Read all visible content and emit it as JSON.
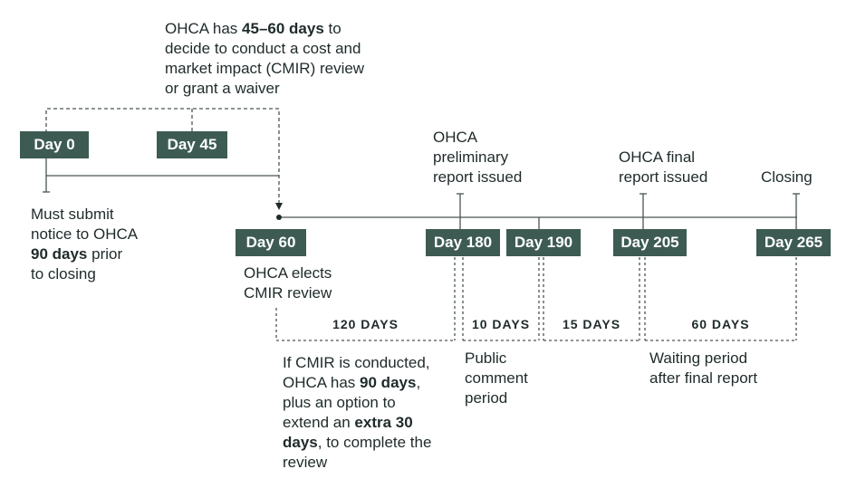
{
  "colors": {
    "box_bg": "#3d5b53",
    "box_text": "#ffffff",
    "line": "#4a5555",
    "text": "#1f2a2a"
  },
  "top_note": {
    "line1_a": "OHCA has ",
    "line1_b": "45–60 days",
    "line1_c": " to",
    "line2": "decide to conduct a cost and",
    "line3": "market impact (CMIR) review",
    "line4": "or grant a waiver"
  },
  "days": {
    "d0": "Day 0",
    "d45": "Day 45",
    "d60": "Day 60",
    "d180": "Day 180",
    "d190": "Day 190",
    "d205": "Day 205",
    "d265": "Day 265"
  },
  "notice": {
    "l1": "Must submit",
    "l2": "notice to OHCA",
    "l3_bold": "90 days",
    "l3_rest": " prior",
    "l4": "to closing"
  },
  "elect": {
    "l1": "OHCA elects",
    "l2": "CMIR review"
  },
  "prelim": {
    "l1": "OHCA",
    "l2": "preliminary",
    "l3": "report issued"
  },
  "final": {
    "l1": "OHCA final",
    "l2": "report issued"
  },
  "closing": "Closing",
  "durations": {
    "p1": "120 DAYS",
    "p2": "10 DAYS",
    "p3": "15 DAYS",
    "p4": "60 DAYS"
  },
  "cmir_note": {
    "l1": "If CMIR is conducted,",
    "l2_a": "OHCA has ",
    "l2_b": "90 days",
    "l2_c": ",",
    "l3": "plus an option to",
    "l4_a": "extend an ",
    "l4_b": "extra 30",
    "l5_b": "days",
    "l5_c": ", to complete the",
    "l6": "review"
  },
  "public_comment": {
    "l1": "Public",
    "l2": "comment",
    "l3": "period"
  },
  "waiting": {
    "l1": "Waiting period",
    "l2": "after final report"
  }
}
